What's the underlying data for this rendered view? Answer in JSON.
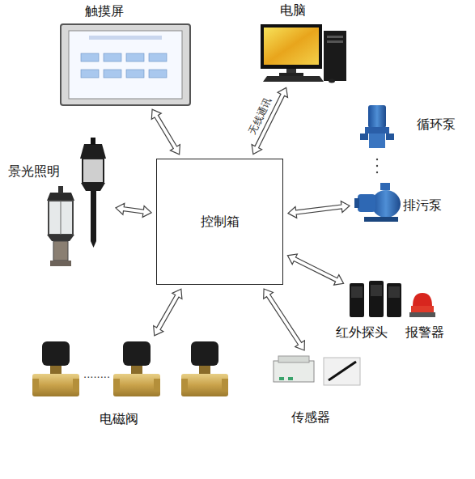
{
  "diagram": {
    "nodes": [
      {
        "text": [
          "触摸屏"
        ]
      },
      {
        "text": [
          "电脑"
        ]
      },
      {
        "text": [
          "景光照明"
        ]
      },
      {
        "text": [
          "控制箱"
        ]
      },
      {
        "text": [
          "循环泵"
        ]
      },
      {
        "text": [
          "排污泵"
        ]
      },
      {
        "text": [
          "红外探头"
        ]
      },
      {
        "text": [
          "报警器"
        ]
      },
      {
        "text": [
          "传感器"
        ]
      },
      {
        "text": [
          "电磁阀"
        ]
      }
    ],
    "edges": [
      {
        "from": 0,
        "to": 3,
        "arrow": "both"
      },
      {
        "from": 1,
        "to": 3,
        "arrow": "both",
        "label": "无线通讯"
      },
      {
        "from": 2,
        "to": 3,
        "arrow": "both"
      },
      {
        "from": 3,
        "to": 5,
        "arrow": "both"
      },
      {
        "from": 3,
        "to": 6,
        "arrow": "both"
      },
      {
        "from": 3,
        "to": 8,
        "arrow": "both"
      },
      {
        "from": 3,
        "to": 9,
        "arrow": "both"
      }
    ],
    "labels": [
      "........"
    ]
  }
}
